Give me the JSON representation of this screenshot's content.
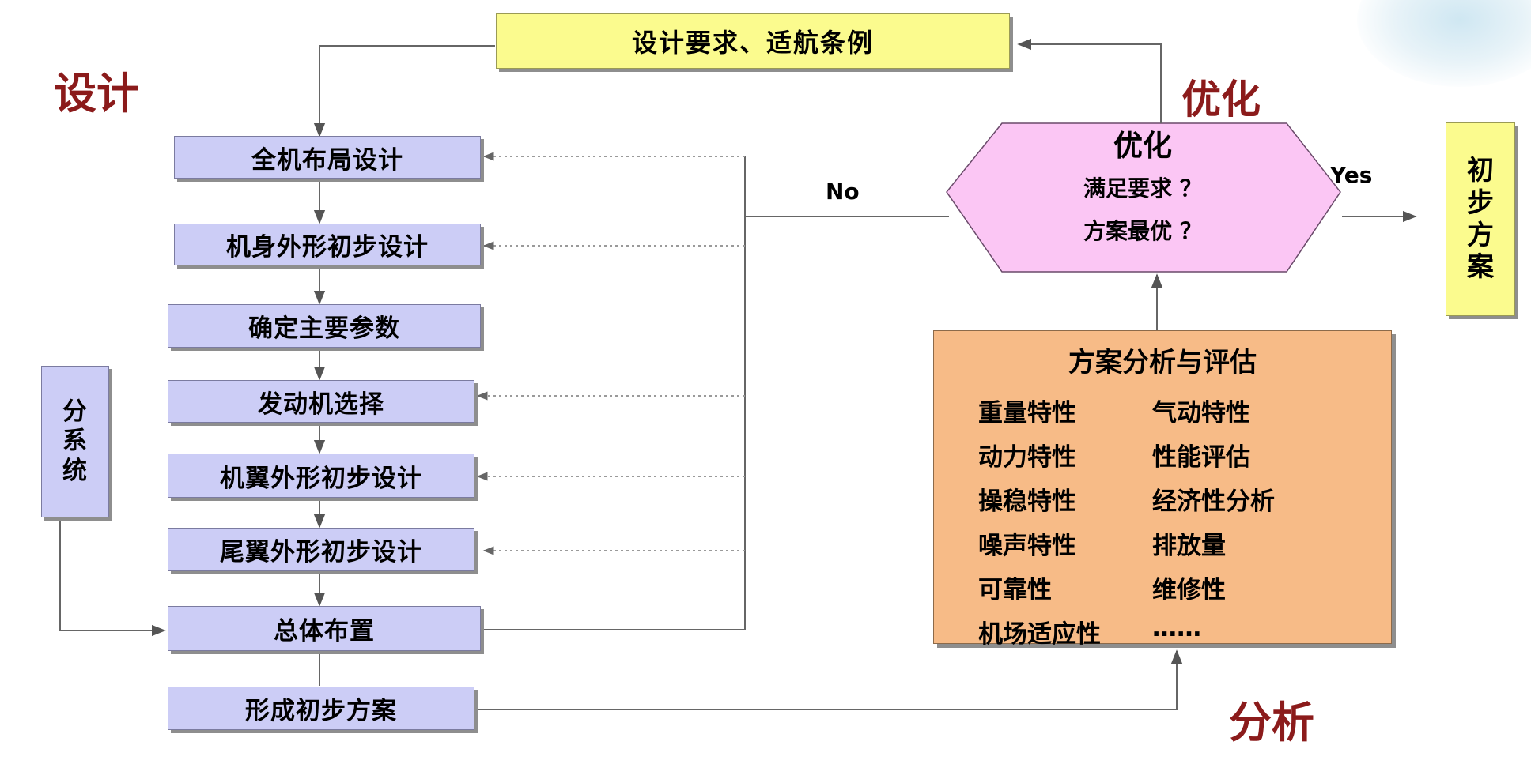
{
  "headings": {
    "design": "设计",
    "optimize": "优化",
    "analysis": "分析"
  },
  "top_box": {
    "label": "设计要求、适航条例"
  },
  "steps": [
    {
      "label": "全机布局设计"
    },
    {
      "label": "机身外形初步设计"
    },
    {
      "label": "确定主要参数"
    },
    {
      "label": "发动机选择"
    },
    {
      "label": "机翼外形初步设计"
    },
    {
      "label": "尾翼外形初步设计"
    },
    {
      "label": "总体布置"
    },
    {
      "label": "形成初步方案"
    }
  ],
  "subsystem": {
    "chars": [
      "分",
      "系",
      "统"
    ]
  },
  "decision": {
    "title": "优化",
    "line1": "满足要求 ？",
    "line2": "方案最优 ？"
  },
  "no_label": "No",
  "yes_label": "Yes",
  "result_box": {
    "chars": [
      "初",
      "步",
      "方",
      "案"
    ]
  },
  "analysis": {
    "title": "方案分析与评估",
    "left_items": [
      "重量特性",
      "动力特性",
      "操稳特性",
      "噪声特性",
      "可靠性",
      "机场适应性"
    ],
    "right_items": [
      "气动特性",
      "性能评估",
      "经济性分析",
      "排放量",
      "维修性",
      "……"
    ]
  },
  "colors": {
    "step_fill": "#cccdf6",
    "yellow_fill": "#fbfb8e",
    "diamond_fill": "#fbc6f4",
    "analysis_fill": "#f7bb87",
    "heading_color": "#8b1b1b"
  }
}
